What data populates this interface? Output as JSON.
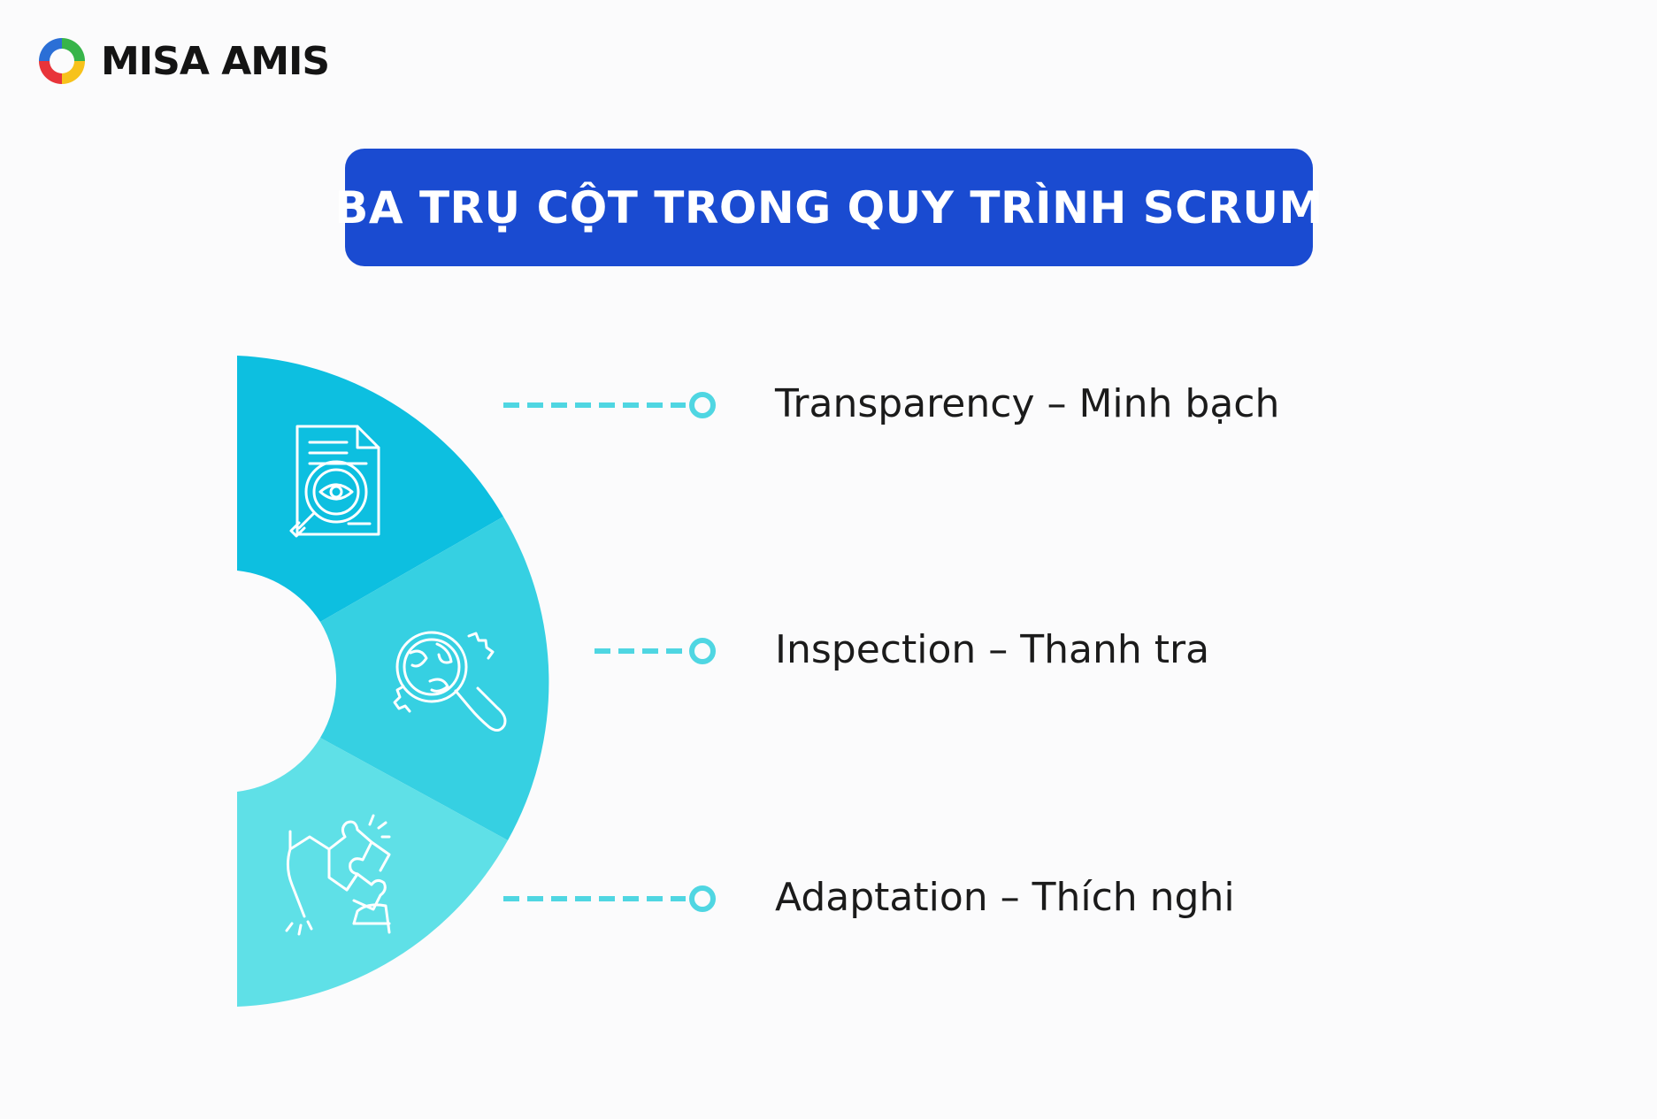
{
  "brand": {
    "name": "MISA AMIS",
    "colors": {
      "ring_red": "#e8343a",
      "ring_yellow": "#f7c21b",
      "ring_green": "#37b44a",
      "ring_blue": "#2b6fd6"
    }
  },
  "title": "BA TRỤ CỘT TRONG QUY TRÌNH SCRUM",
  "colors": {
    "banner": "#1a4bd1",
    "segment_top": "#0dbfe0",
    "segment_middle": "#36d0e2",
    "segment_bottom": "#5fe0e7",
    "connector": "#4fd6e2",
    "text": "#1b1b1b"
  },
  "pillars": [
    {
      "label": "Transparency – Minh bạch",
      "icon": "document-eye-icon"
    },
    {
      "label": "Inspection – Thanh tra",
      "icon": "globe-magnifier-gear-icon"
    },
    {
      "label": "Adaptation – Thích nghi",
      "icon": "hands-puzzle-icon"
    }
  ]
}
